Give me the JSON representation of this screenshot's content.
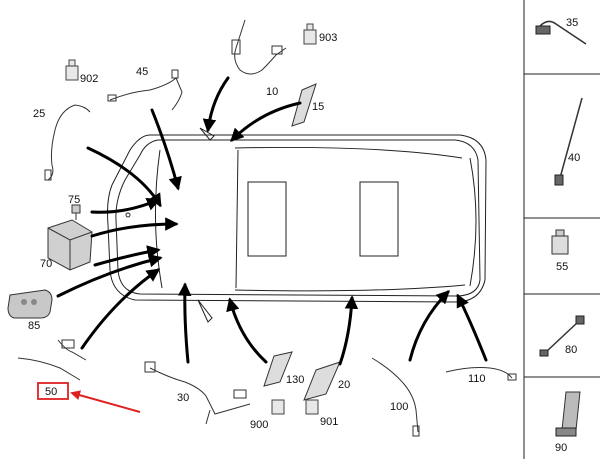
{
  "diagram": {
    "part_labels": {
      "p10": "10",
      "p15": "15",
      "p20": "20",
      "p25": "25",
      "p30": "30",
      "p45": "45",
      "p50": "50",
      "p70": "70",
      "p75": "75",
      "p85": "85",
      "p100": "100",
      "p110": "110",
      "p130": "130",
      "c900": "900",
      "c901": "901",
      "c902": "902",
      "c903": "903"
    },
    "side_panel": {
      "p35": "35",
      "p40": "40",
      "p55": "55",
      "p80": "80",
      "p90": "90"
    },
    "highlight": {
      "label": "50",
      "color": "#e02020"
    }
  }
}
